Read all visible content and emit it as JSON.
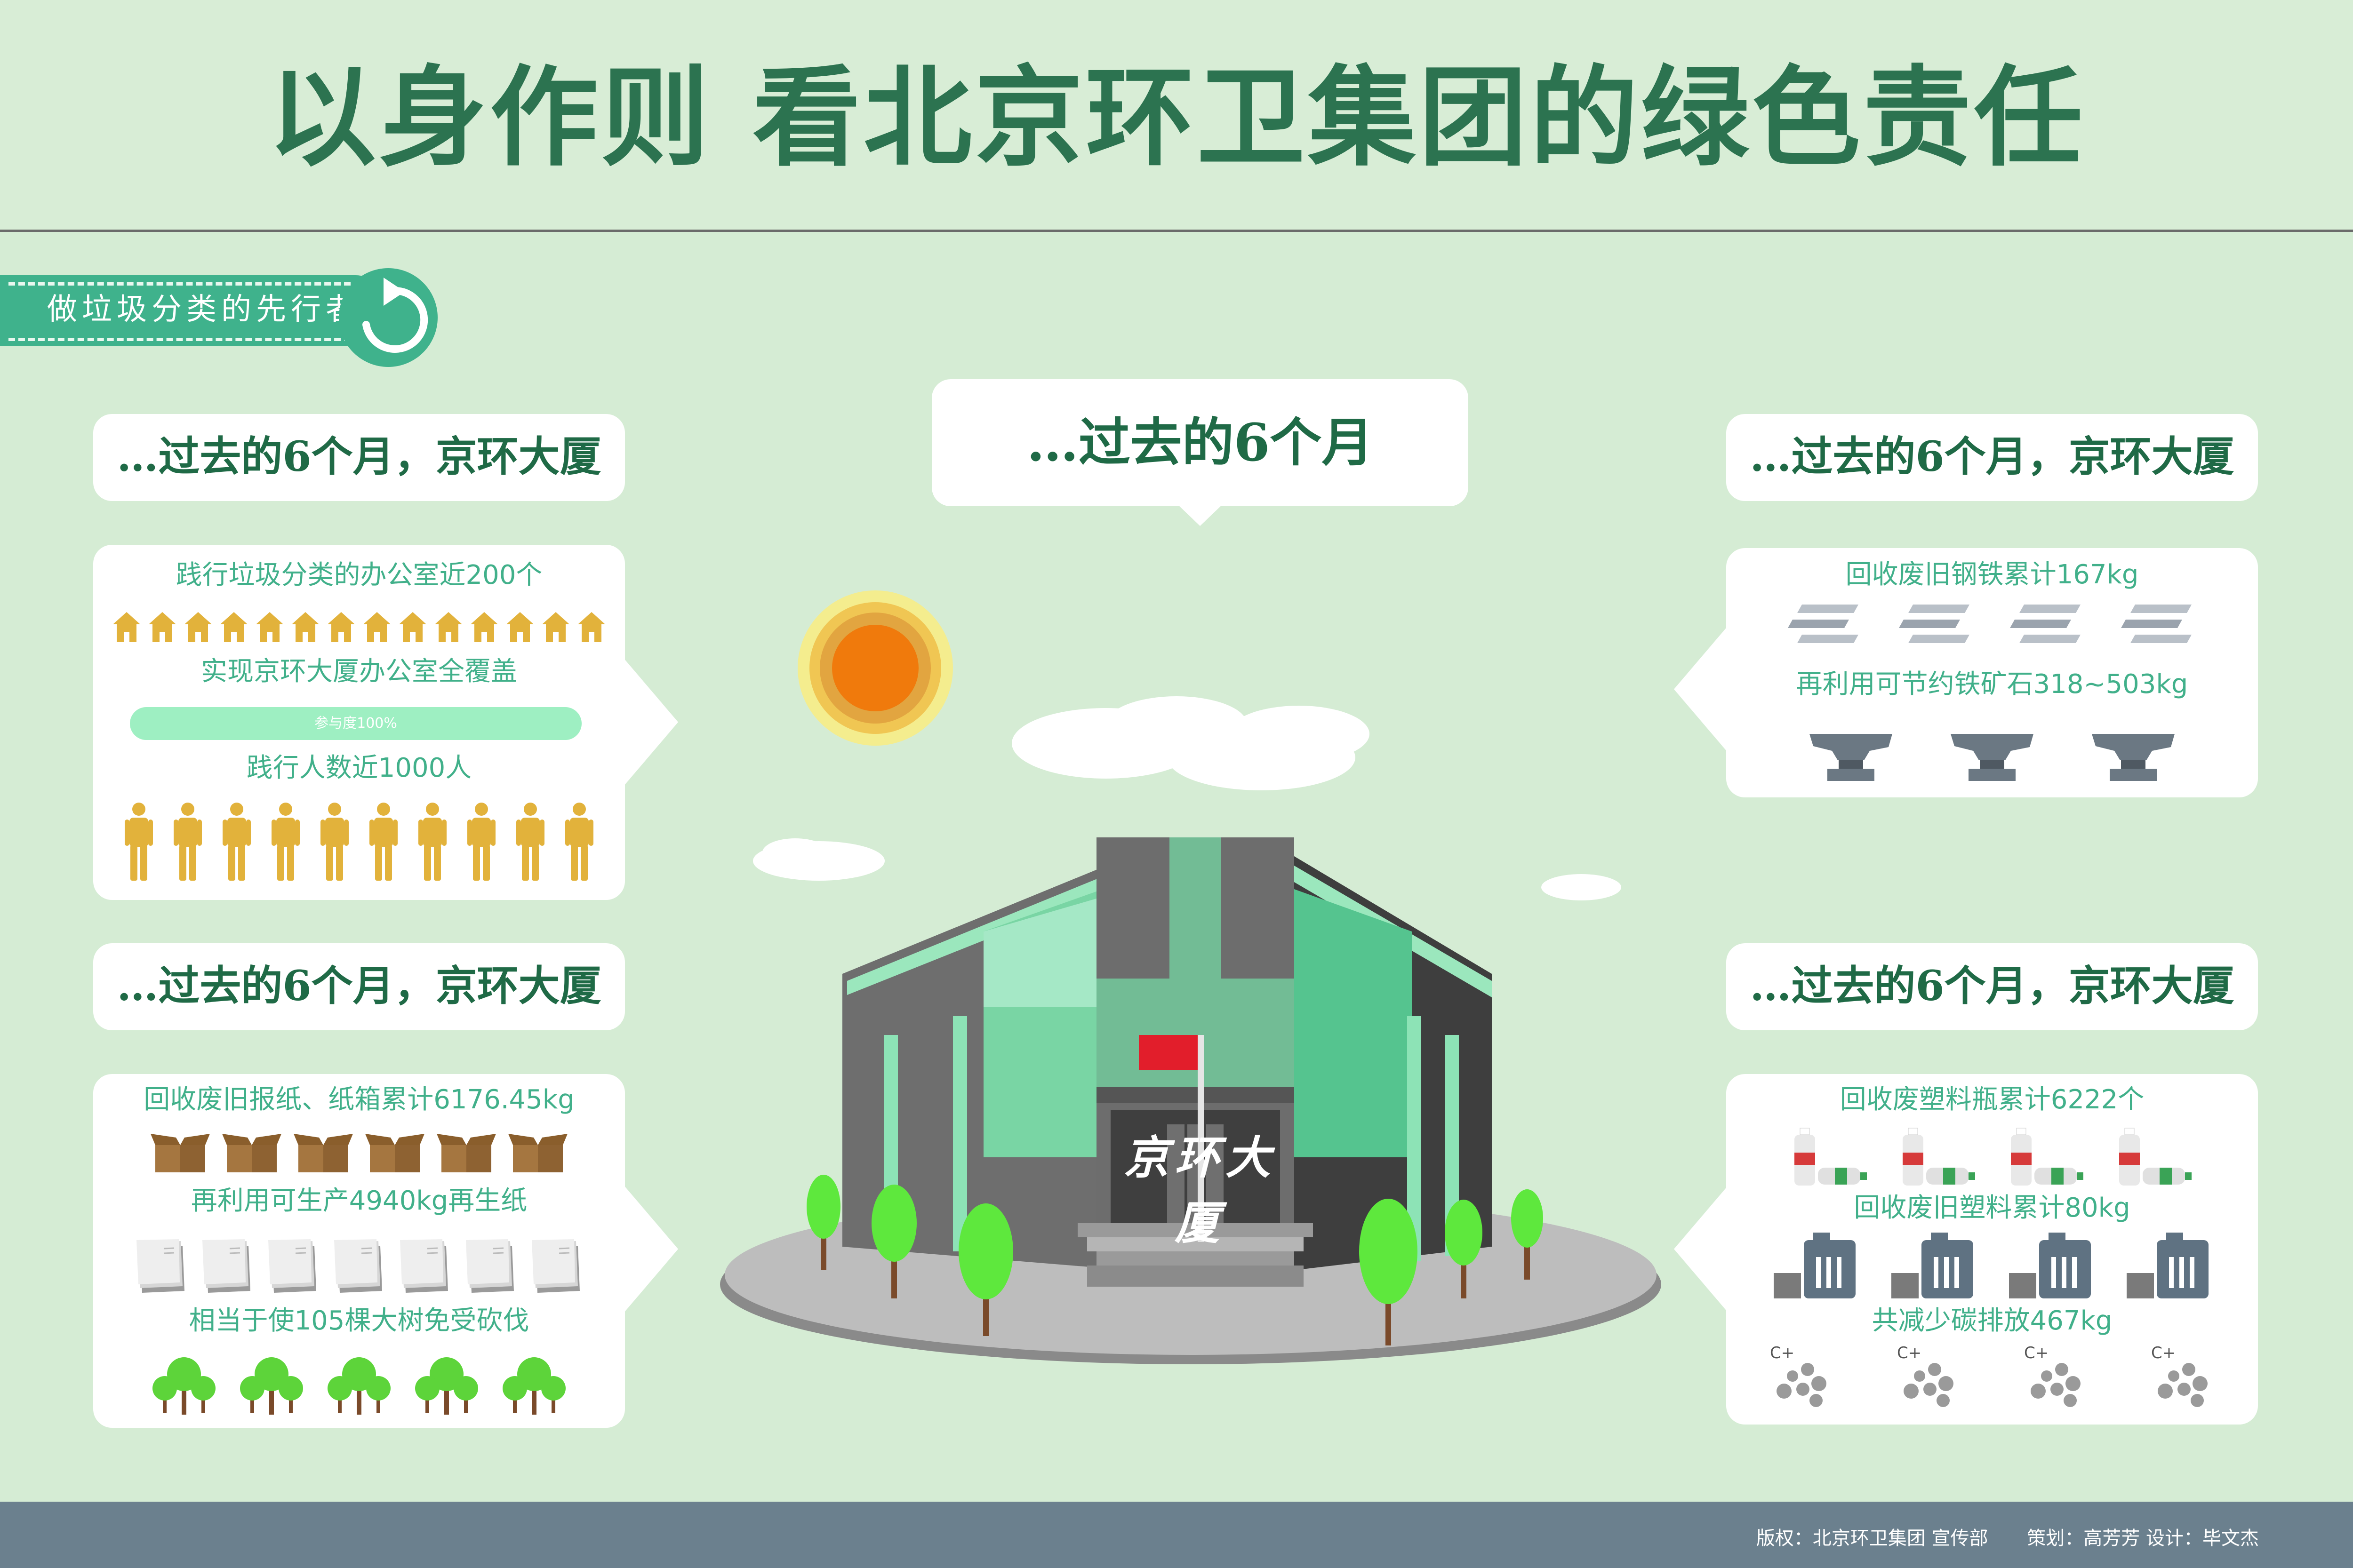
{
  "title": "以身作则 看北京环卫集团的绿色责任",
  "badge": {
    "label": "做垃圾分类的先行者"
  },
  "center": {
    "heading": "…过去的6个月",
    "building_sign": "京环大厦"
  },
  "panels": {
    "top_left": {
      "heading": "…过去的6个月，京环大厦",
      "line1": "践行垃圾分类的办公室近200个",
      "line2": "实现京环大厦办公室全覆盖",
      "progress_label": "参与度100%",
      "progress_value": 1.0,
      "line3": "践行人数近1000人"
    },
    "bottom_left": {
      "heading": "…过去的6个月，京环大厦",
      "line1": "回收废旧报纸、纸箱累计6176.45kg",
      "line2": "再利用可生产4940kg再生纸",
      "line3": "相当于使105棵大树免受砍伐"
    },
    "top_right": {
      "heading": "…过去的6个月，京环大厦",
      "line1": "回收废旧钢铁累计167kg",
      "line2": "再利用可节约铁矿石318~503kg"
    },
    "bottom_right": {
      "heading": "…过去的6个月，京环大厦",
      "line1": "回收废塑料瓶累计6222个",
      "line2": "回收废旧塑料累计80kg",
      "line3": "共减少碳排放467kg",
      "carbon_symbol": "C+"
    }
  },
  "footer": {
    "copyright": "版权：北京环卫集团 宣传部",
    "credits": "策划：高芳芳 设计：毕文杰"
  },
  "colors": {
    "background": "#d5ecd4",
    "title": "#2c7350",
    "accent": "#3fb28c",
    "card_text": "#41b08a",
    "icon_gold": "#e2b23b",
    "footer": "#6b808e"
  },
  "icons": {
    "badge": "refresh-icon",
    "offices": "house-icon",
    "people": "person-icon",
    "paper": "cardboard-box-icon",
    "recycled_paper": "paper-stack-icon",
    "trees": "tree-icon",
    "steel": "steel-bar-icon",
    "ore": "anvil-icon",
    "bottles": "plastic-bottle-icon",
    "plastic": "jerrycan-icon",
    "carbon": "carbon-bubbles-icon"
  },
  "icon_counts": {
    "houses": 14,
    "people": 10,
    "boxes": 6,
    "paper_stacks": 7,
    "trees": 5,
    "steel": 4,
    "anvils": 3,
    "bottles": 4,
    "cans": 4,
    "carbon": 4
  }
}
